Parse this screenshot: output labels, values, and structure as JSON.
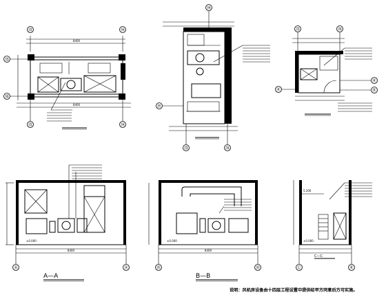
{
  "axis_labels": {
    "p1_top_left": "⑬",
    "p1_top_right": "⑭",
    "p1_left_top": "⑮",
    "p1_left_bottom": "⑯",
    "p1_bottom_left": "⑬",
    "p1_bottom_right": "⑭",
    "p2_top": "⑭",
    "p2_bottom_left": "⑬",
    "p2_bottom_right": "⑭",
    "p2_left": "Ⓗ",
    "p3_top_left": "⑬",
    "p3_top_right": "⑭",
    "p3_right_top": "Ⓚ",
    "p3_right_bottom": "Ⓚ",
    "p3_left": "Ⓚ",
    "s1_left": "Ⓐ",
    "s1_right": "Ⓐ",
    "s2_left": "Ⓗ",
    "s2_right": "Ⓗ",
    "s3_left": "Ⓛ",
    "s3_right": "Ⓚ"
  },
  "plan_dimensions": {
    "p1_top": "8400",
    "p1_bottom": "8400",
    "s1_bottom": "8400",
    "s2_bottom": "8400"
  },
  "elevations": {
    "s1_low": "±0.000",
    "s2_low": "±0.000",
    "s3_low": "±0.000",
    "s3_high": "5.200"
  },
  "titles": {
    "section_aa_prefix": "A—A",
    "section_bb_prefix": "B—B",
    "section_cc_prefix": "C—C"
  },
  "notes": {
    "main": "说明：风机房设备由十四层工程设置中提供给甲方同意后方可实施。"
  }
}
